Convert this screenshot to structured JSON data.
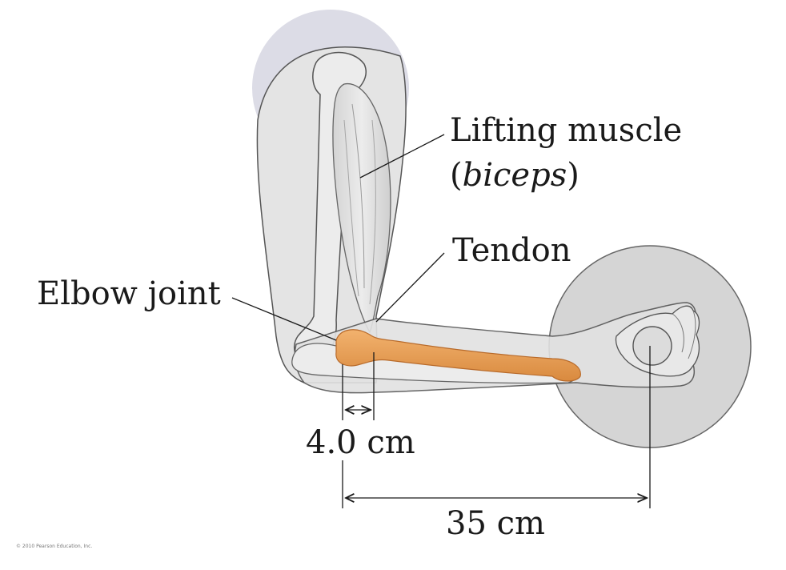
{
  "labels": {
    "muscle_line1": "Lifting muscle",
    "muscle_line2_open": "(",
    "muscle_line2_italic": "biceps",
    "muscle_line2_close": ")",
    "tendon": "Tendon",
    "elbow": "Elbow joint",
    "short_distance": "4.0 cm",
    "long_distance": "35 cm"
  },
  "copyright": "© 2010 Pearson Education, Inc.",
  "colors": {
    "bone": "#e8a15a",
    "bone_stroke": "#b86a2a",
    "skin": "#e6e6e6",
    "outline": "#555555",
    "shoulder_disc": "#dcdce6",
    "hand_disc": "#cfcfcf"
  }
}
